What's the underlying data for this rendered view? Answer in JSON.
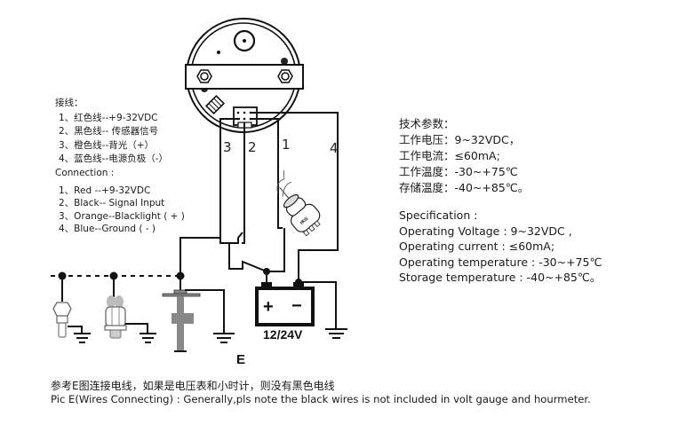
{
  "legend_cn": {
    "title": "接线：",
    "items": [
      "1、红色线--+9-32VDC",
      "2、黑色线-- 传感器信号",
      "3、橙色线--背光（+）",
      "4、蓝色线--电源负极（-）"
    ]
  },
  "legend_en": {
    "title": "Connection :",
    "items": [
      "1、Red --+9-32VDC",
      "2、Black-- Signal  Input",
      "3、Orange--Blacklight ( + )",
      "4、Blue--Ground ( - )"
    ]
  },
  "spec_cn": {
    "title": "技术参数：",
    "lines": [
      "工作电压：9~32VDC，",
      "工作电流：≤60mA;",
      "工作温度：-30~+75℃",
      "存储温度：-40~+85℃。"
    ]
  },
  "spec_en": {
    "title": "Specification :",
    "lines": [
      "Operating Voltage : 9~32VDC ,",
      "Operating current :  ≤60mA;",
      "Operating temperature : -30~+75℃",
      "Storage temperature : -40~+85℃。"
    ]
  },
  "diagram": {
    "wire_numbers": [
      "3",
      "2",
      "1",
      "4"
    ],
    "battery_label": "12/24V",
    "battery_plus": "+",
    "battery_minus": "−",
    "figure_label": "E",
    "ignition_label": "IKG"
  },
  "note": {
    "cn": "参考E图连接电线，如果是电压表和小时计，则没有黑色电线",
    "en": "Pic E(Wires Connecting) : Generally,pls note the black wires is not included in volt gauge and hourmeter."
  }
}
